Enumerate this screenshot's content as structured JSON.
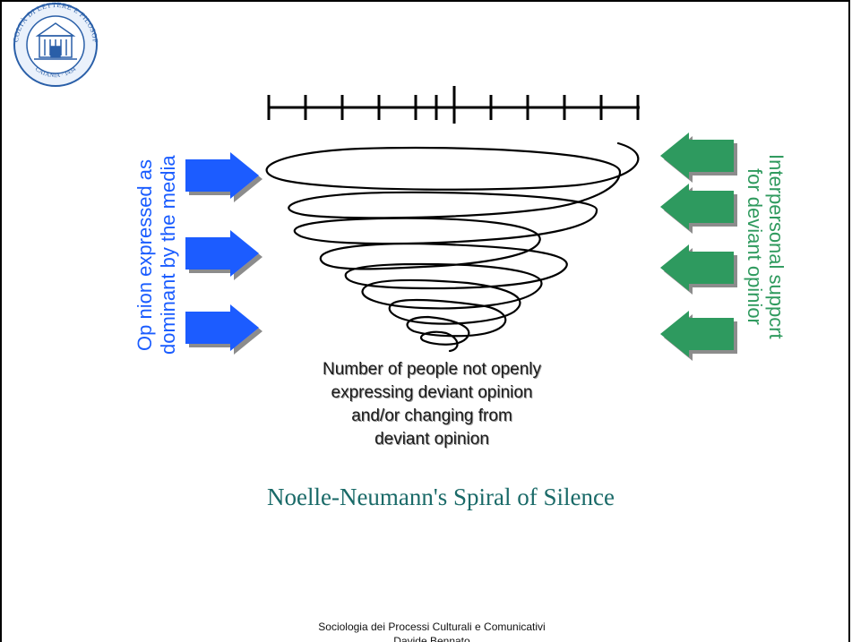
{
  "diagram": {
    "left_label_lines": [
      "Op nion expressed as",
      "dominant by the media"
    ],
    "right_label_lines": [
      "Interpersonal suppcrt",
      "for deviant opinior"
    ],
    "caption_lines": [
      "Number of people not openly",
      "expressing deviant opinion",
      "and/or changing from",
      "deviant opinion"
    ],
    "title": "Noelle-Neumann's Spiral of Silence",
    "scale_tick_count": 11
  },
  "seal": {
    "text_top": "FACOLTÀ DI LETTERE E FILOSOFIA",
    "text_bottom": "CATANIA · 1434"
  },
  "footer": {
    "line1": "Sociologia dei Processi Culturali e Comunicativi",
    "line2": "Davide Bennato"
  },
  "colors": {
    "left_accent": "#1a5cff",
    "right_accent": "#2f9a5e",
    "title": "#1a6a68",
    "seal": "#2a5fa8"
  }
}
